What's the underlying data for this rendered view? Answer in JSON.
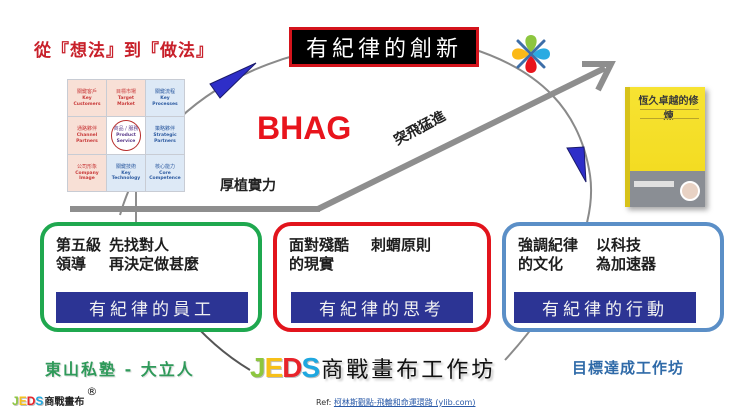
{
  "header": {
    "subtitle": "從『想法』到『做法』",
    "title": "有紀律的創新"
  },
  "business_model_grid": {
    "cells": [
      {
        "zh": "關鍵客戶",
        "en1": "Key",
        "en2": "Customers",
        "tone": "warm"
      },
      {
        "zh": "目標市場",
        "en1": "Target",
        "en2": "Market",
        "tone": "warm"
      },
      {
        "zh": "關鍵流程",
        "en1": "Key",
        "en2": "Processes",
        "tone": "cool"
      },
      {
        "zh": "通路夥伴",
        "en1": "Channel",
        "en2": "Partners",
        "tone": "warm"
      },
      {
        "zh": "商品 / 服務",
        "en1": "Product",
        "en2": "Service",
        "tone": "center"
      },
      {
        "zh": "策略夥伴",
        "en1": "Strategic",
        "en2": "Partners",
        "tone": "cool"
      },
      {
        "zh": "公司形象",
        "en1": "Company",
        "en2": "Image",
        "tone": "warm"
      },
      {
        "zh": "關鍵技術",
        "en1": "Key",
        "en2": "Technology",
        "tone": "cool"
      },
      {
        "zh": "核心能力",
        "en1": "Core",
        "en2": "Competence",
        "tone": "cool"
      }
    ]
  },
  "diagram": {
    "bhag": "BHAG",
    "build_strength": "厚植實力",
    "leap_forward": "突飛猛進"
  },
  "book": {
    "title": "恆久卓越的修煉",
    "icon": "book-cover-image"
  },
  "logo": {
    "icon": "four-petal-logo",
    "colors": [
      "#8dc63f",
      "#29abe2",
      "#e8141c",
      "#fbb917"
    ]
  },
  "cards": [
    {
      "col1_line1": "第五級",
      "col1_line2": "領導",
      "col2_line1": "先找對人",
      "col2_line2": "再決定做甚麼",
      "band": "有紀律的員工",
      "border_color": "#1fa84f"
    },
    {
      "col1_line1": "面對殘酷",
      "col1_line2": "的現實",
      "col2_line1": "刺蝟原則",
      "col2_line2": "",
      "band": "有紀律的思考",
      "border_color": "#e2141c"
    },
    {
      "col1_line1": "強調紀律",
      "col1_line2": "的文化",
      "col2_line1": "以科技",
      "col2_line2": "為加速器",
      "band": "有紀律的行動",
      "border_color": "#5b8fc7"
    }
  ],
  "footer": {
    "school": "東山私塾 - 大立人",
    "brand_letters": [
      "J",
      "E",
      "D",
      "S"
    ],
    "small_brand_zh": "商戰畫布",
    "registered": "®",
    "workshop_zh": "商戰畫布工作坊",
    "goal_workshop": "目標達成工作坊",
    "ref_label": "Ref:",
    "ref_link": "柯林斯觀點-飛輪和命運環路 (ylib.com)"
  }
}
